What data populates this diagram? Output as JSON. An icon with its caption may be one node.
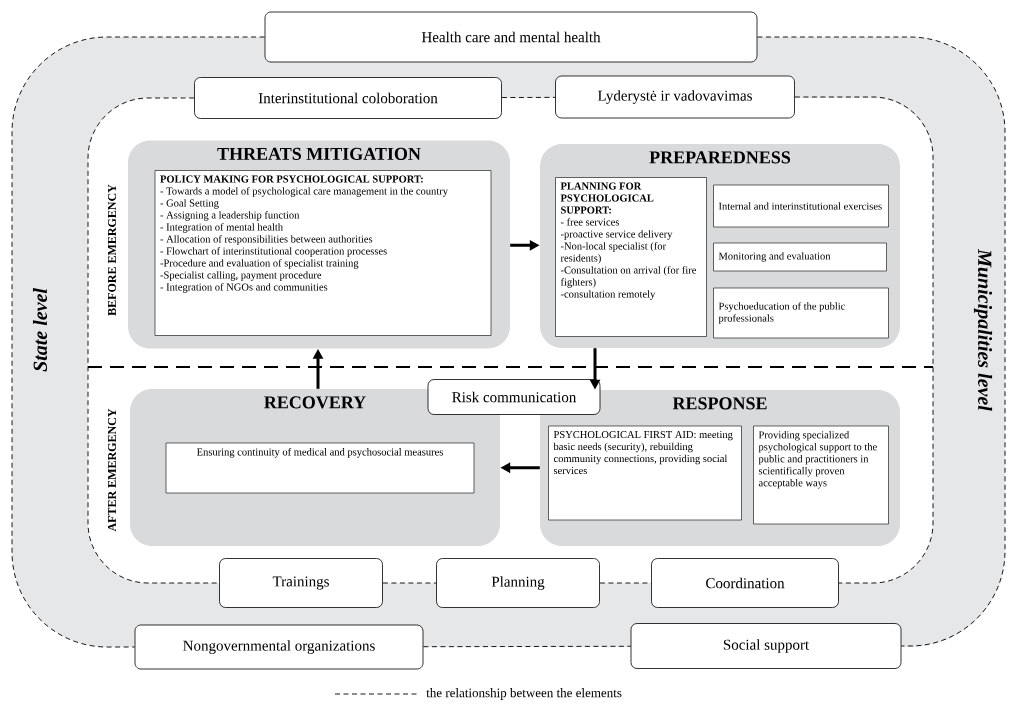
{
  "diagram": {
    "nodes": [
      {
        "text": [
          "Health care and mental health"
        ]
      },
      {
        "text": [
          "Interinstitutional coloboration"
        ]
      },
      {
        "text": [
          "Lyderystė ir vadovavimas"
        ]
      },
      {
        "text": [
          "THREATS MITIGATION"
        ]
      },
      {
        "text": [
          "POLICY MAKING FOR PSYCHOLOGICAL SUPPORT:",
          "- Towards a model of psychological care management in the country",
          "- Goal Setting",
          "- Assigning a leadership function",
          "- Integration of mental health",
          "- Allocation of responsibilities between authorities",
          "- Flowchart of interinstitutional cooperation processes",
          "-Procedure and evaluation of specialist training",
          "-Specialist calling, payment procedure",
          "- Integration of NGOs and communities"
        ],
        "in": 3
      },
      {
        "text": [
          "PREPAREDNESS"
        ]
      },
      {
        "text": [
          "PLANNING FOR PSYCHOLOGICAL SUPPORT:",
          "- free services",
          "-proactive service delivery",
          "-Non-local specialist (for residents)",
          "-Consultation on arrival (for fire fighters)",
          "-consultation remotely"
        ],
        "in": 5
      },
      {
        "text": [
          "Internal and interinstitutional exercises"
        ],
        "in": 5
      },
      {
        "text": [
          "Monitoring and evaluation"
        ],
        "in": 5
      },
      {
        "text": [
          "Psychoeducation of the public professionals"
        ],
        "in": 5
      },
      {
        "text": [
          "Risk communication"
        ]
      },
      {
        "text": [
          "RECOVERY"
        ]
      },
      {
        "text": [
          "Ensuring continuity of medical and psychosocial measures"
        ],
        "in": 11
      },
      {
        "text": [
          "RESPONSE"
        ]
      },
      {
        "text": [
          "PSYCHOLOGICAL FIRST AID: meeting basic needs (security), rebuilding community connections, providing social services"
        ],
        "in": 13
      },
      {
        "text": [
          "Providing specialized psychological support to the public and practitioners in scientifically proven acceptable ways"
        ],
        "in": 13
      },
      {
        "text": [
          "Trainings"
        ]
      },
      {
        "text": [
          "Planning"
        ]
      },
      {
        "text": [
          "Coordination"
        ]
      },
      {
        "text": [
          "Nongovernmental organizations"
        ]
      },
      {
        "text": [
          "Social support"
        ]
      }
    ],
    "edges": [
      {
        "from": 3,
        "to": 5,
        "arrow": "to",
        "style": "thick"
      },
      {
        "from": 5,
        "to": 13,
        "arrow": "to",
        "style": "thick"
      },
      {
        "from": 13,
        "to": 11,
        "arrow": "to",
        "style": "thick"
      },
      {
        "from": 11,
        "to": 3,
        "arrow": "to",
        "style": "thick"
      },
      {
        "from": 0,
        "to": 20,
        "arrow": "none",
        "style": "dashed"
      },
      {
        "from": 19,
        "to": 20,
        "arrow": "none",
        "style": "dashed"
      },
      {
        "from": 0,
        "to": 19,
        "arrow": "none",
        "style": "dashed"
      },
      {
        "from": 1,
        "to": 2,
        "arrow": "none",
        "style": "dashed"
      },
      {
        "from": 2,
        "to": 18,
        "arrow": "none",
        "style": "dashed"
      },
      {
        "from": 17,
        "to": 18,
        "arrow": "none",
        "style": "dashed"
      },
      {
        "from": 16,
        "to": 17,
        "arrow": "none",
        "style": "dashed"
      },
      {
        "from": 1,
        "to": 16,
        "arrow": "none",
        "style": "dashed"
      }
    ],
    "labels": [
      "State level",
      "BEFORE EMERGENCY",
      "AFTER EMERGENCY",
      "Municipalities level"
    ],
    "legend": [
      {
        "text": "the relationship between the elements"
      }
    ]
  }
}
